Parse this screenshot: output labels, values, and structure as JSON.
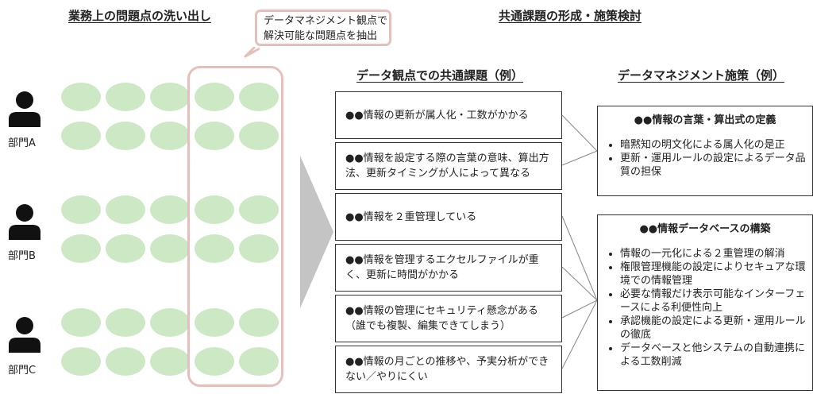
{
  "headings": {
    "left": "業務上の問題点の洗い出し",
    "right": "共通課題の形成・施策検討",
    "issues": "データ観点での共通課題（例）",
    "measures": "データマネジメント施策（例）"
  },
  "callout": {
    "line1": "データマネジメント観点で",
    "line2": "解決可能な問題点を抽出"
  },
  "departments": [
    {
      "label": "部門A"
    },
    {
      "label": "部門B"
    },
    {
      "label": "部門C"
    }
  ],
  "issues": [
    {
      "text": "●●情報の更新が属人化・工数がかかる"
    },
    {
      "text": "●●情報を設定する際の言葉の意味、算出方法、更新タイミングが人によって異なる"
    },
    {
      "text": "●●情報を２重管理している"
    },
    {
      "text": "●●情報を管理するエクセルファイルが重く、更新に時間がかかる"
    },
    {
      "text": "●●情報の管理にセキュリティ懸念がある（誰でも複製、編集できてしまう）"
    },
    {
      "text": "●●情報の月ごとの推移や、予実分析ができない／やりにくい"
    }
  ],
  "measures": [
    {
      "title": "●●情報の言葉・算出式の定義",
      "items": [
        "暗黙知の明文化による属人化の是正",
        "更新・運用ルールの設定によるデータ品質の担保"
      ]
    },
    {
      "title": "●●情報データベースの構築",
      "items": [
        "情報の一元化による２重管理の解消",
        "権限管理機能の設定によりセキュアな環境での情報管理",
        "必要な情報だけ表示可能なインターフェースによる利便性向上",
        "承認機能の設定による更新・運用ルールの徹底",
        "データベースと他システムの自動連携による工数削減"
      ]
    }
  ],
  "colors": {
    "oval": "#cde8c4",
    "highlight": "#e6bfbb",
    "arrow": "#c4c4c4"
  }
}
